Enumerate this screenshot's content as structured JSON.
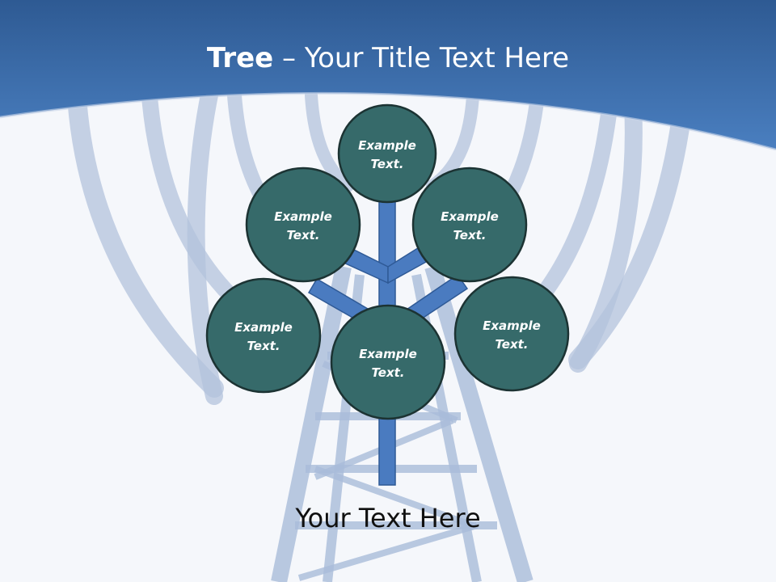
{
  "slide": {
    "title_strong": "Tree",
    "title_rest": " – Your Title Text Here",
    "footer": "Your Text Here"
  },
  "nodes": [
    {
      "id": "top",
      "line1": "Example",
      "line2": "Text."
    },
    {
      "id": "upper-left",
      "line1": "Example",
      "line2": "Text."
    },
    {
      "id": "upper-right",
      "line1": "Example",
      "line2": "Text."
    },
    {
      "id": "lower-left",
      "line1": "Example",
      "line2": "Text."
    },
    {
      "id": "center",
      "line1": "Example",
      "line2": "Text."
    },
    {
      "id": "lower-right",
      "line1": "Example",
      "line2": "Text."
    }
  ],
  "colors": {
    "header_top": "#2e5a93",
    "header_bottom": "#4a7fc0",
    "background": "#f5f7fb",
    "node_fill": "#366a6a",
    "node_stroke": "#1c3333",
    "branch": "#4a7bc0",
    "branch_stroke": "#2f5a96",
    "tower": "#a9bcd9"
  }
}
